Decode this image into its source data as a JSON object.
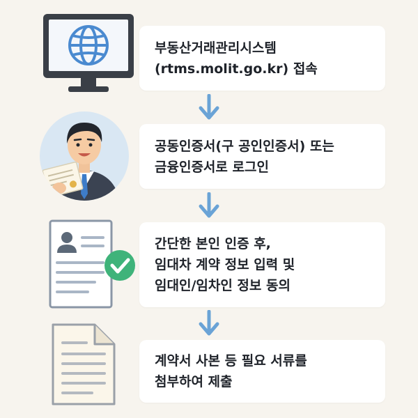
{
  "steps": [
    {
      "icon": "monitor-globe-icon",
      "lines": [
        "부동산거래관리시스템",
        "(rtms.molit.go.kr) 접속"
      ]
    },
    {
      "icon": "person-certificate-icon",
      "lines": [
        "공동인증서(구 공인인증서) 또는",
        "금융인증서로 로그인"
      ]
    },
    {
      "icon": "document-check-icon",
      "lines": [
        "간단한 본인 인증 후,",
        "임대차 계약 정보 입력 및",
        "임대인/임차인 정보 동의"
      ]
    },
    {
      "icon": "paper-document-icon",
      "lines": [
        "계약서 사본 등 필요 서류를",
        "첨부하여 제출"
      ]
    }
  ],
  "colors": {
    "background": "#f7f4ee",
    "card": "#ffffff",
    "arrow": "#6aa3d6",
    "check": "#3fb37a",
    "monitor": "#3a3f47"
  }
}
